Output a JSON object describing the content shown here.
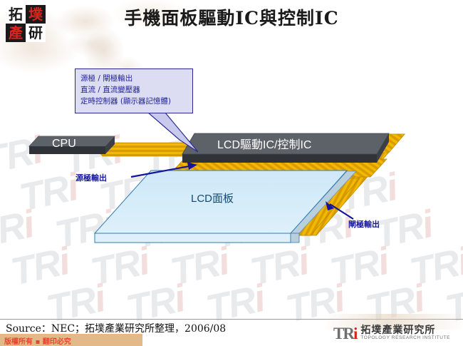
{
  "title": "手機面板驅動IC與控制IC",
  "logo_top_left": {
    "name": "tri-seal-logo",
    "chars": [
      "拓",
      "墣",
      "產",
      "研"
    ]
  },
  "callout": {
    "name": "spec-callout",
    "lines": [
      "源極 / 閘極輸出",
      "直流 / 直流變壓器",
      "定時控制器 (顯示器記憶體)"
    ],
    "fill_color": "#dcdcf2",
    "border_color": "#2b2b8f",
    "text_color": "#23239c"
  },
  "diagram": {
    "blocks": [
      {
        "id": "cpu",
        "label": "CPU",
        "fill": "#5d6168",
        "side": "#2f3338"
      },
      {
        "id": "driver",
        "label": "LCD驅動IC/控制IC",
        "fill": "#5d6168",
        "side": "#2f3338"
      }
    ],
    "panel": {
      "id": "lcd-panel",
      "label": "LCD面板",
      "fill": "#d3eaf8",
      "edge": "#2e7ab5"
    },
    "annotations": [
      {
        "id": "source-output",
        "label": "源極輸出",
        "color": "#1b1b9e"
      },
      {
        "id": "gate-output",
        "label": "閘極輸出",
        "color": "#1b1b9e"
      }
    ],
    "flex_color": "#f0b400",
    "flex_stripe_color": "#c98f00"
  },
  "footer": {
    "source": "Source：NEC；拓墣產業研究所整理，2006/08",
    "copyright": "版權所有 ▪ 翻印必究",
    "copyright_bg": "#e3b98a",
    "copyright_color": "#e8462b"
  },
  "logo_bottom_right": {
    "mark_t": "TR",
    "mark_i": "i",
    "chinese": "拓墣產業研究所",
    "english": "TOPOLOGY RESEARCH INSTITUTE"
  },
  "watermark": {
    "text": "TRi"
  }
}
